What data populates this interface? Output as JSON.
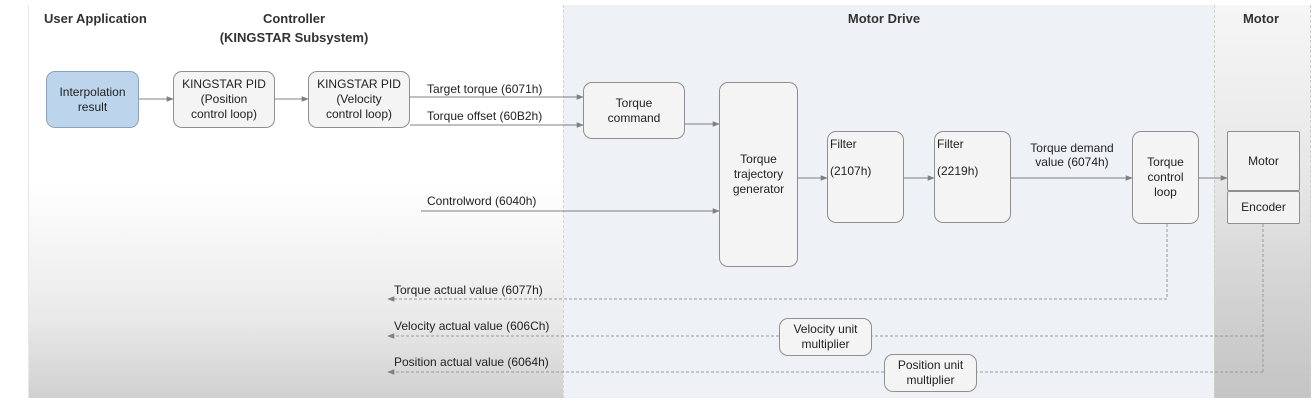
{
  "columns": {
    "user_application": "User Application",
    "controller": "Controller",
    "controller_sub": "(KINGSTAR Subsystem)",
    "motor_drive": "Motor Drive",
    "motor": "Motor"
  },
  "blocks": {
    "interpolation": "Interpolation\nresult",
    "pid_position": "KINGSTAR PID\n(Position\ncontrol loop)",
    "pid_velocity": "KINGSTAR PID\n(Velocity\ncontrol loop)",
    "torque_command": "Torque\ncommand",
    "trajectory": "Torque\ntrajectory\ngenerator",
    "filter1_title": "Filter",
    "filter1_value": "(2107h)",
    "filter2_title": "Filter",
    "filter2_value": "(2219h)",
    "torque_loop": "Torque\ncontrol\nloop",
    "motor": "Motor",
    "encoder": "Encoder",
    "velocity_multiplier": "Velocity unit\nmultiplier",
    "position_multiplier": "Position unit\nmultiplier"
  },
  "signals": {
    "target_torque": "Target torque (6071h)",
    "torque_offset": "Torque offset (60B2h)",
    "controlword": "Controlword (6040h)",
    "torque_demand": "Torque demand\nvalue (6074h)",
    "torque_actual": "Torque actual value (6077h)",
    "velocity_actual": "Velocity actual value (606Ch)",
    "position_actual": "Position actual value (6064h)"
  },
  "colors": {
    "interpolation_fill": "#bdd5ec",
    "drive_region": "#eef1f5",
    "arrow": "#808080"
  }
}
